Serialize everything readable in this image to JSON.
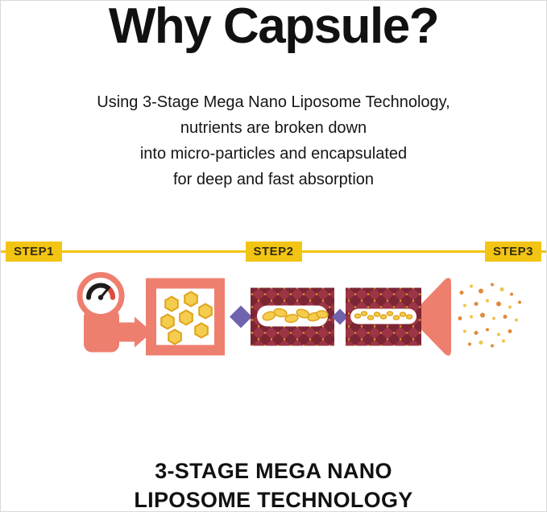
{
  "title": "Why Capsule?",
  "description": {
    "lines": [
      "Using 3-Stage Mega Nano Liposome Technology,",
      "nutrients are broken down",
      "into micro-particles and encapsulated",
      "for deep and fast absorption"
    ]
  },
  "steps": [
    {
      "label": "STEP1"
    },
    {
      "label": "STEP2"
    },
    {
      "label": "STEP3"
    }
  ],
  "footer": {
    "line1": "3-STAGE MEGA NANO",
    "line2": "LIPOSOME TECHNOLOGY"
  },
  "illustration": {
    "stages": [
      "pressure-gauge-and-mixing-chamber",
      "nano-tube-encapsulation",
      "micro-particle-spray"
    ]
  },
  "colors": {
    "step_yellow": "#f2c414",
    "step_text": "#332d10",
    "coral": "#ee7f6f",
    "maroon": "#9c3545",
    "maroon_dark": "#7c2535",
    "purple": "#6f63ae",
    "particle_yellow": "#f5cd4e",
    "particle_outline": "#dfa41c",
    "spray_orange": "#e08a3c",
    "spray_yellow": "#eec44a",
    "heading_text": "#111111",
    "gauge_red": "#de4b3c"
  }
}
